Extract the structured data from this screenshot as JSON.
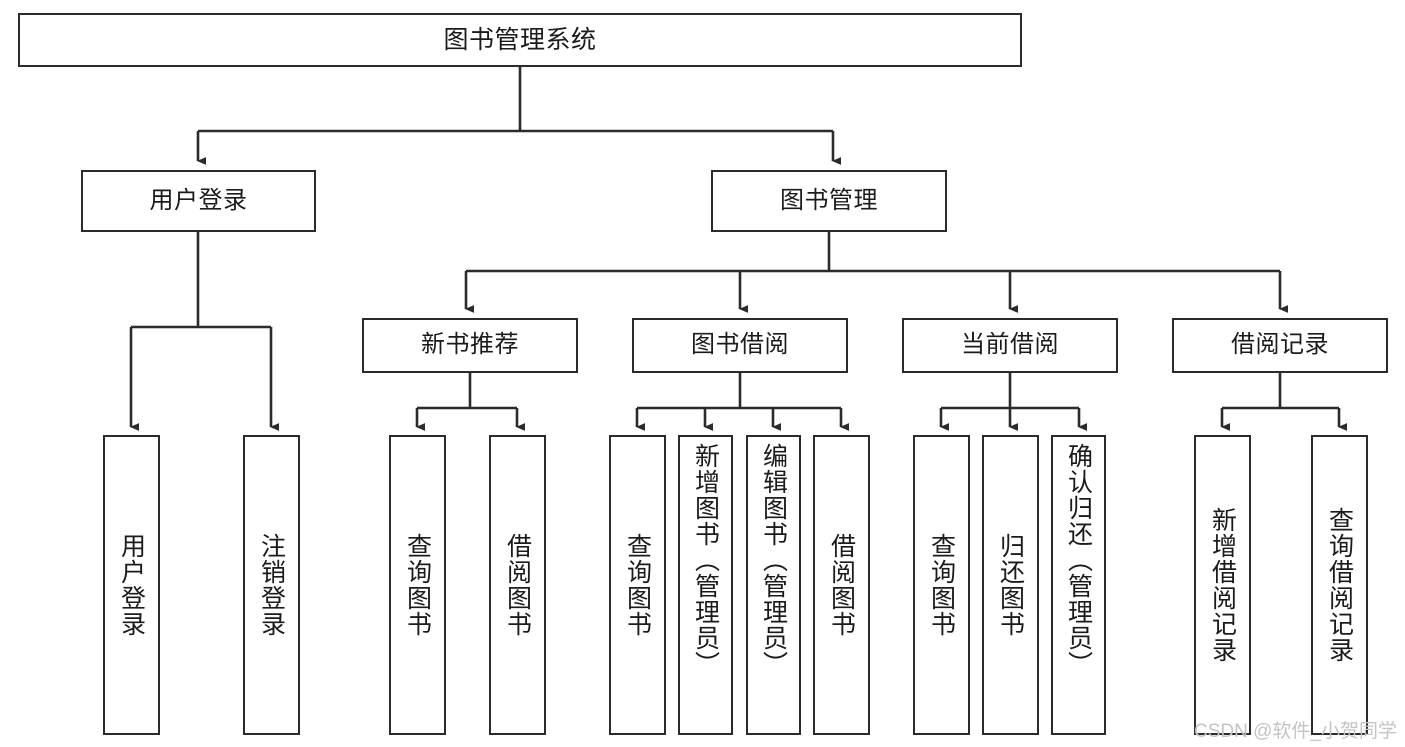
{
  "diagram": {
    "type": "tree-hierarchy-chart",
    "title": "图书管理系统",
    "watermark": "CSDN @软件_小贺同学",
    "colors": {
      "stroke": "#2b2b2b",
      "fill": "#ffffff",
      "text": "#1b1b1b",
      "watermark": "#c4c4c4"
    },
    "nodes": {
      "root": {
        "label": "图书管理系统"
      },
      "level2": [
        {
          "id": "user-login",
          "label": "用户登录"
        },
        {
          "id": "book-manage",
          "label": "图书管理"
        }
      ],
      "level3": [
        {
          "id": "new-book-recommend",
          "label": "新书推荐"
        },
        {
          "id": "book-borrow",
          "label": "图书借阅"
        },
        {
          "id": "current-borrow",
          "label": "当前借阅"
        },
        {
          "id": "borrow-record",
          "label": "借阅记录"
        }
      ],
      "leaves": [
        {
          "id": "leaf-user-login",
          "label": "用户登录",
          "parent": "user-login"
        },
        {
          "id": "leaf-user-logout",
          "label": "注销登录",
          "parent": "user-login"
        },
        {
          "id": "leaf-query-book-1",
          "label": "查询图书",
          "parent": "new-book-recommend"
        },
        {
          "id": "leaf-borrow-book-1",
          "label": "借阅图书",
          "parent": "new-book-recommend"
        },
        {
          "id": "leaf-query-book-2",
          "label": "查询图书",
          "parent": "book-borrow"
        },
        {
          "id": "leaf-add-book",
          "label": "新增图书（管理员）",
          "parent": "book-borrow"
        },
        {
          "id": "leaf-edit-book",
          "label": "编辑图书（管理员）",
          "parent": "book-borrow"
        },
        {
          "id": "leaf-borrow-book-2",
          "label": "借阅图书",
          "parent": "book-borrow"
        },
        {
          "id": "leaf-query-book-3",
          "label": "查询图书",
          "parent": "current-borrow"
        },
        {
          "id": "leaf-return-book",
          "label": "归还图书",
          "parent": "current-borrow"
        },
        {
          "id": "leaf-confirm-return",
          "label": "确认归还（管理员）",
          "parent": "current-borrow"
        },
        {
          "id": "leaf-add-record",
          "label": "新增借阅记录",
          "parent": "borrow-record"
        },
        {
          "id": "leaf-query-record",
          "label": "查询借阅记录",
          "parent": "borrow-record"
        }
      ]
    }
  }
}
